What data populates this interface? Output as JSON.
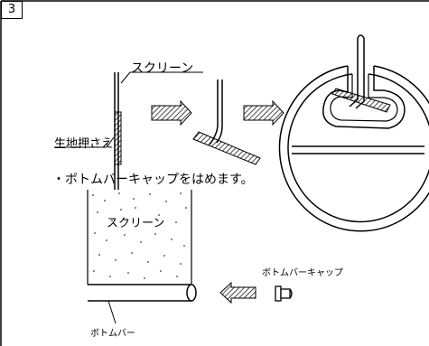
{
  "step": {
    "number": "3"
  },
  "labels": {
    "screen_top": "スクリーン",
    "fabric_holder": "生地押さえ",
    "instruction": "・ボトムバーキャップをはめます。",
    "screen_bottom": "スクリーン",
    "bottom_bar_cap": "ボトムバーキャップ",
    "bottom_bar": "ボトムバー"
  },
  "colors": {
    "line": "#000000",
    "background": "#ffffff"
  }
}
